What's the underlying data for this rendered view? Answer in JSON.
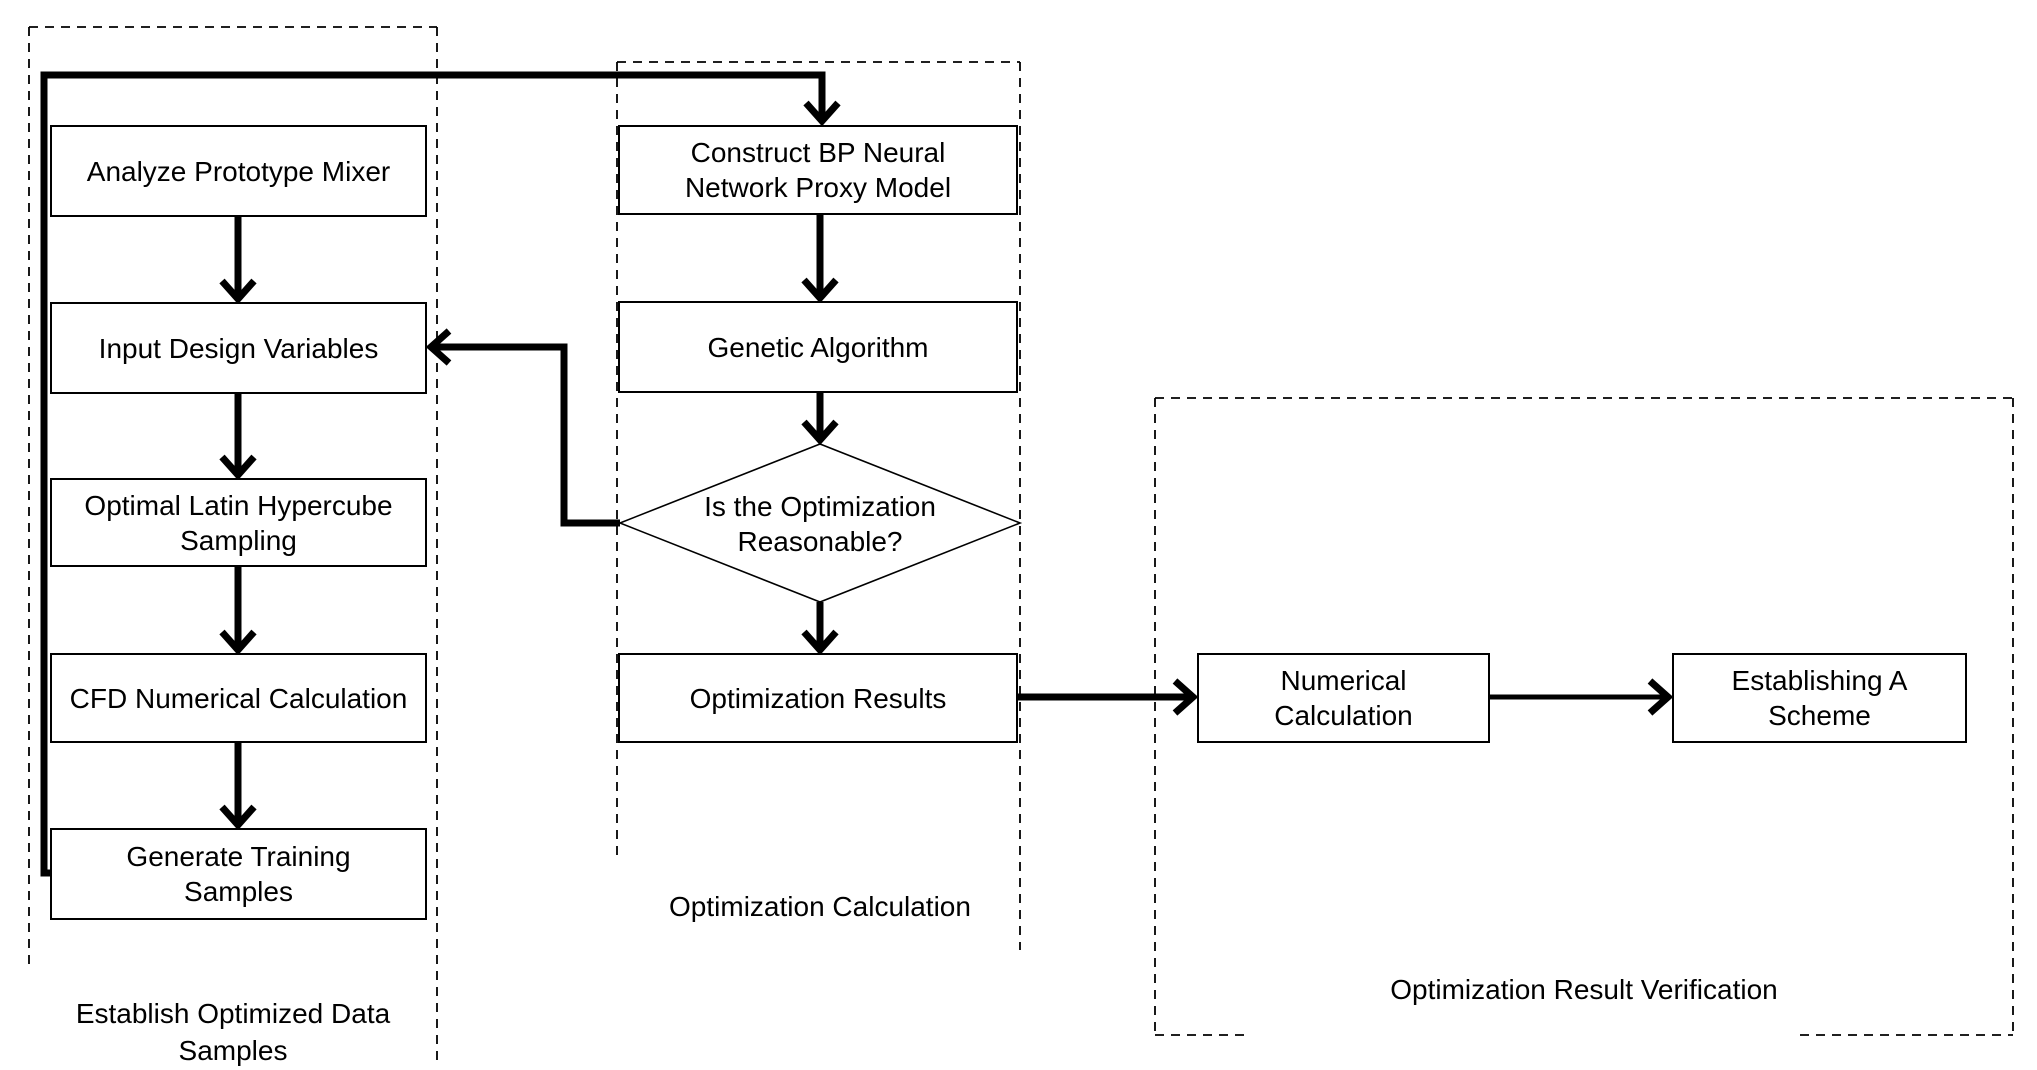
{
  "diagram": {
    "groups": {
      "samples": {
        "label": "Establish Optimized Data\nSamples"
      },
      "optimization": {
        "label": "Optimization Calculation"
      },
      "verification": {
        "label": "Optimization Result Verification"
      }
    },
    "nodes": {
      "analyze": {
        "label": "Analyze Prototype Mixer"
      },
      "input_vars": {
        "label": "Input Design Variables"
      },
      "lhs": {
        "label": "Optimal Latin Hypercube\nSampling"
      },
      "cfd": {
        "label": "CFD Numerical Calculation"
      },
      "training": {
        "label": "Generate Training\nSamples"
      },
      "bp": {
        "label": "Construct BP Neural\nNetwork Proxy Model"
      },
      "ga": {
        "label": "Genetic Algorithm"
      },
      "decision": {
        "label": "Is the Optimization\nReasonable?"
      },
      "results": {
        "label": "Optimization Results"
      },
      "numcalc": {
        "label": "Numerical\nCalculation"
      },
      "scheme": {
        "label": "Establishing A\nScheme"
      }
    },
    "colors": {
      "line": "#000000",
      "background": "#ffffff"
    }
  }
}
